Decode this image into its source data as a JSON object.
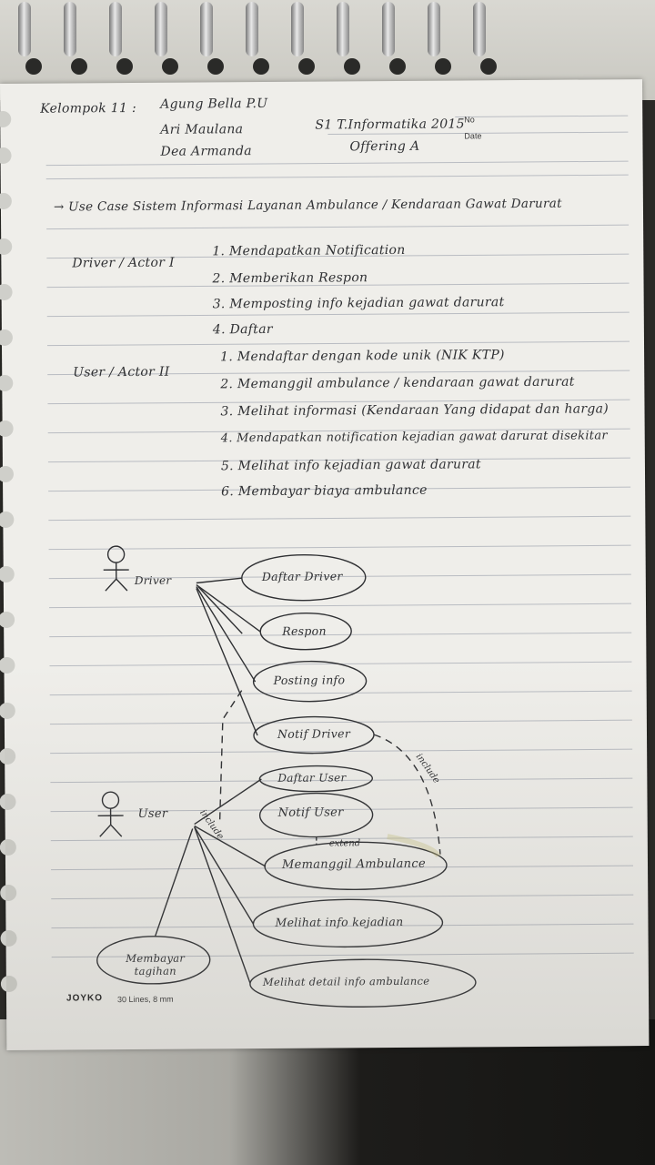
{
  "header": {
    "group": "Kelompok 11 :",
    "members": [
      "Agung Bella P.U",
      "Ari Maulana",
      "Dea Armanda"
    ],
    "program": "S1 T.Informatika 2015",
    "offering": "Offering A",
    "no_label": "No",
    "date_label": "Date"
  },
  "title": "→ Use Case  Sistem Informasi Layanan Ambulance / Kendaraan Gawat Darurat",
  "actor1": {
    "label": "Driver / Actor I",
    "items": [
      "1. Mendapatkan Notification",
      "2. Memberikan Respon",
      "3. Memposting info kejadian gawat darurat",
      "4. Daftar"
    ]
  },
  "actor2": {
    "label": "User / Actor II",
    "items": [
      "1. Mendaftar dengan kode unik (NIK KTP)",
      "2. Memanggil ambulance / kendaraan gawat darurat",
      "3. Melihat informasi (Kendaraan Yang didapat dan harga)",
      "4. Mendapatkan notification kejadian gawat darurat disekitar",
      "5. Melihat info kejadian gawat darurat",
      "6. Membayar biaya ambulance"
    ]
  },
  "diagram": {
    "actors": [
      "Driver",
      "User"
    ],
    "use_cases": [
      "Daftar Driver",
      "Respon",
      "Posting info",
      "Notif Driver",
      "Daftar User",
      "Notif User",
      "Memanggil Ambulance",
      "Melihat info kejadian",
      "Membayar tagihan",
      "Melihat detail info ambulance"
    ],
    "relations": [
      "include",
      "include",
      "extend"
    ]
  },
  "footer": {
    "brand": "JOYKO",
    "spec": "30 Lines, 8 mm"
  },
  "colors": {
    "ink": "#2f3033",
    "paper": "#efeeea",
    "rule": "#b9bcc2"
  }
}
